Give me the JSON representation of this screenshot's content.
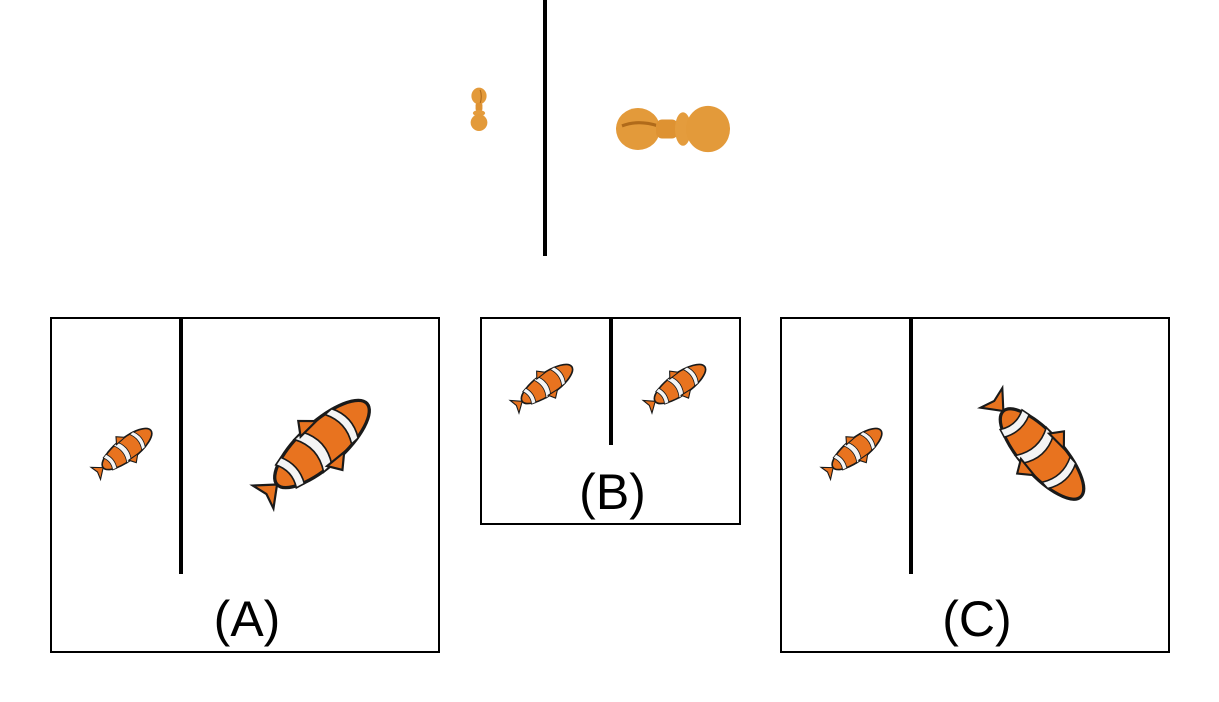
{
  "example": {
    "object_icon": "wooden-peg-icon"
  },
  "options": [
    {
      "label": "(A)",
      "icon": "clownfish-icon"
    },
    {
      "label": "(B)",
      "icon": "clownfish-icon"
    },
    {
      "label": "(C)",
      "icon": "clownfish-icon"
    }
  ],
  "colors": {
    "peg": "#e39a3a",
    "fish_orange": "#e8731f",
    "fish_stripe": "#f4f4f4",
    "fish_outline": "#1a1a1a",
    "line": "#000000"
  }
}
